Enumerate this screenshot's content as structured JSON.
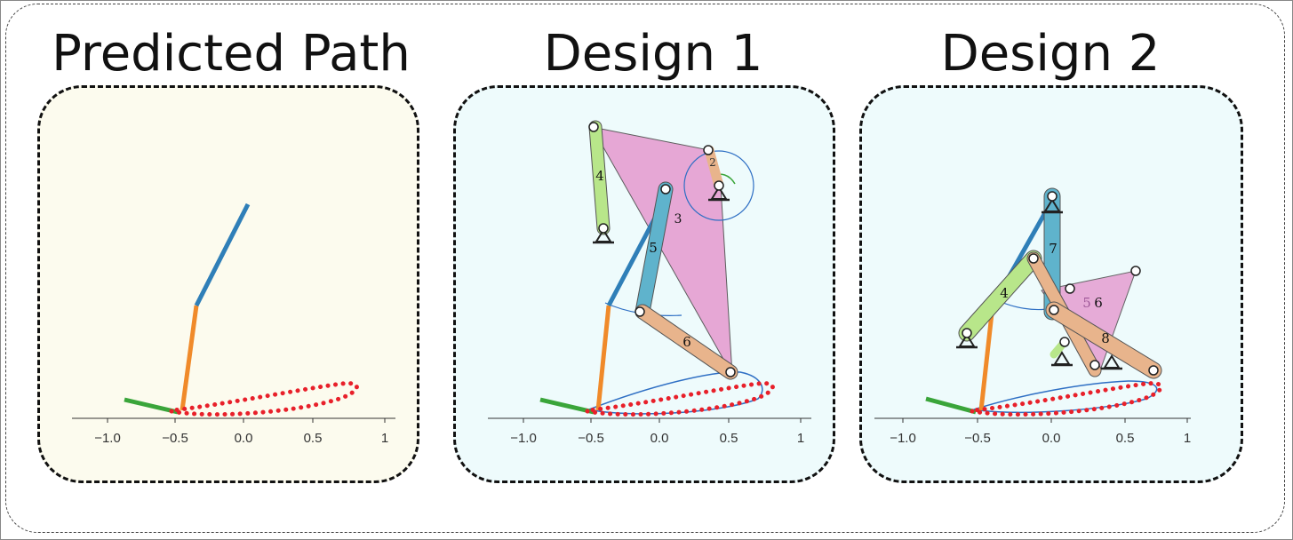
{
  "panels": [
    {
      "title": "Predicted Path",
      "background": "#fcfbee",
      "x_ticks": [
        "−1.0",
        "−0.5",
        "0.0",
        "0.5",
        "1"
      ]
    },
    {
      "title": "Design 1",
      "background": "#eefbfc",
      "x_ticks": [
        "−1.0",
        "−0.5",
        "0.0",
        "0.5",
        "1"
      ],
      "link_labels": [
        "4",
        "2",
        "3",
        "5",
        "6"
      ]
    },
    {
      "title": "Design 2",
      "background": "#eefbfc",
      "x_ticks": [
        "−1.0",
        "−0.5",
        "0.0",
        "0.5",
        "1"
      ],
      "link_labels": [
        "7",
        "4",
        "5",
        "6",
        "8"
      ]
    }
  ],
  "colors": {
    "path_points": "#e8202a",
    "curve": "#2e6fc4",
    "segment_green": "#3aa53a",
    "segment_orange": "#f08a2a",
    "segment_blue": "#2f7fb8",
    "link_pink": "#e6a3d3",
    "link_lime": "#b8e68a",
    "link_teal": "#5fb3cc",
    "link_tan": "#e8b48c"
  }
}
